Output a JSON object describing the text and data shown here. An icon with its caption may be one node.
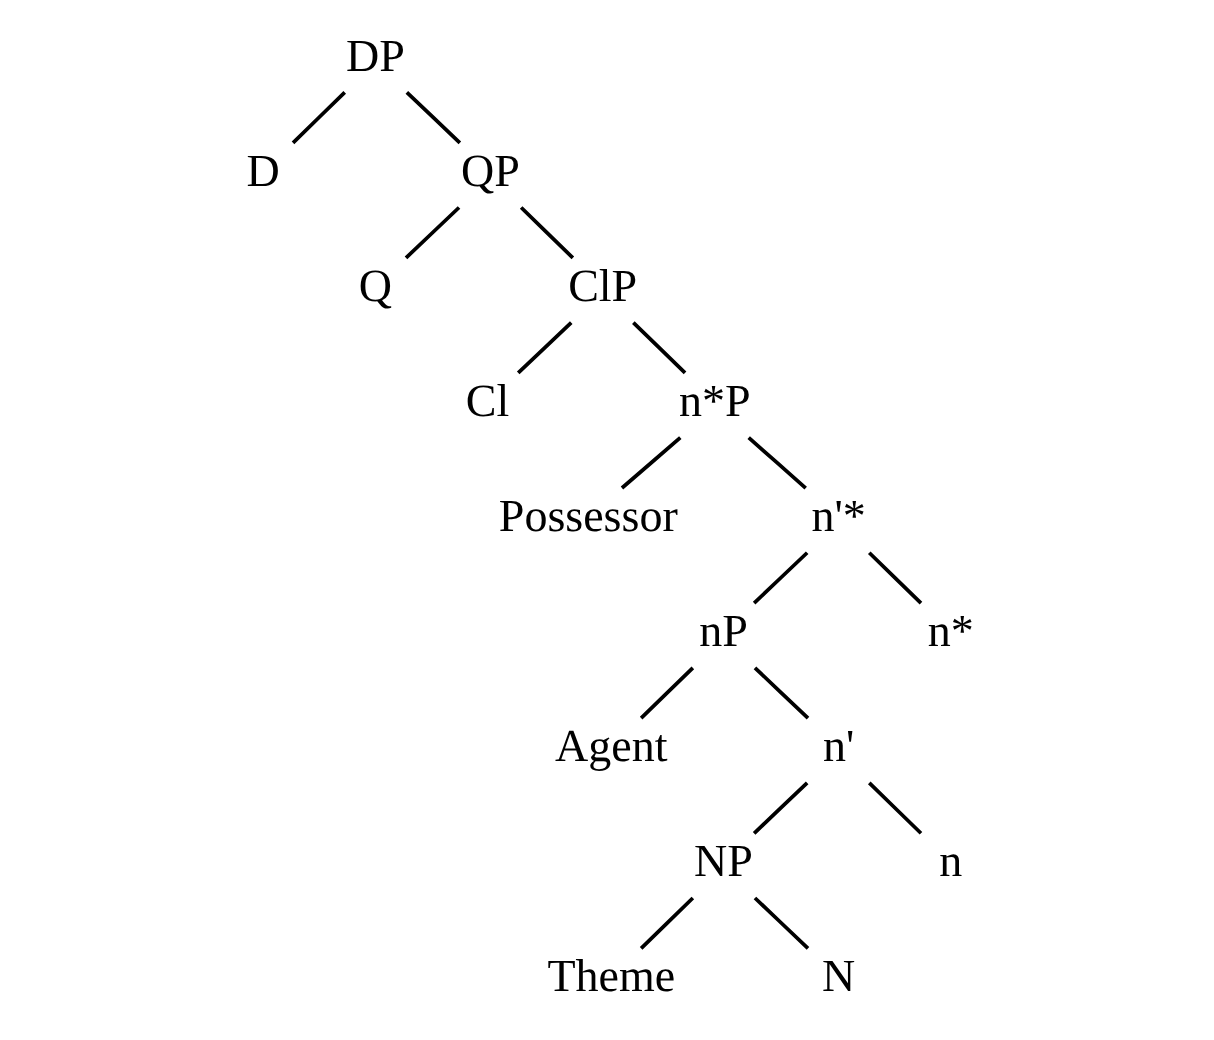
{
  "diagram": {
    "nodes": [
      {
        "text": [
          "DP"
        ]
      },
      {
        "text": [
          "D"
        ]
      },
      {
        "text": [
          "QP"
        ]
      },
      {
        "text": [
          "Q"
        ]
      },
      {
        "text": [
          "ClP"
        ]
      },
      {
        "text": [
          "Cl"
        ]
      },
      {
        "text": [
          "n*P"
        ]
      },
      {
        "text": [
          "Possessor"
        ]
      },
      {
        "text": [
          "n'*"
        ]
      },
      {
        "text": [
          "nP"
        ]
      },
      {
        "text": [
          "n*"
        ]
      },
      {
        "text": [
          "Agent"
        ]
      },
      {
        "text": [
          "n'"
        ]
      },
      {
        "text": [
          "NP"
        ]
      },
      {
        "text": [
          "n"
        ]
      },
      {
        "text": [
          "Theme"
        ]
      },
      {
        "text": [
          "N"
        ]
      }
    ],
    "edges": [
      {
        "from": 0,
        "to": 1,
        "arrow": "none"
      },
      {
        "from": 0,
        "to": 2,
        "arrow": "none"
      },
      {
        "from": 2,
        "to": 3,
        "arrow": "none"
      },
      {
        "from": 2,
        "to": 4,
        "arrow": "none"
      },
      {
        "from": 4,
        "to": 5,
        "arrow": "none"
      },
      {
        "from": 4,
        "to": 6,
        "arrow": "none"
      },
      {
        "from": 6,
        "to": 7,
        "arrow": "none"
      },
      {
        "from": 6,
        "to": 8,
        "arrow": "none"
      },
      {
        "from": 8,
        "to": 9,
        "arrow": "none"
      },
      {
        "from": 8,
        "to": 10,
        "arrow": "none"
      },
      {
        "from": 9,
        "to": 11,
        "arrow": "none"
      },
      {
        "from": 9,
        "to": 12,
        "arrow": "none"
      },
      {
        "from": 12,
        "to": 13,
        "arrow": "none"
      },
      {
        "from": 12,
        "to": 14,
        "arrow": "none"
      },
      {
        "from": 13,
        "to": 15,
        "arrow": "none"
      },
      {
        "from": 13,
        "to": 16,
        "arrow": "none"
      }
    ]
  }
}
